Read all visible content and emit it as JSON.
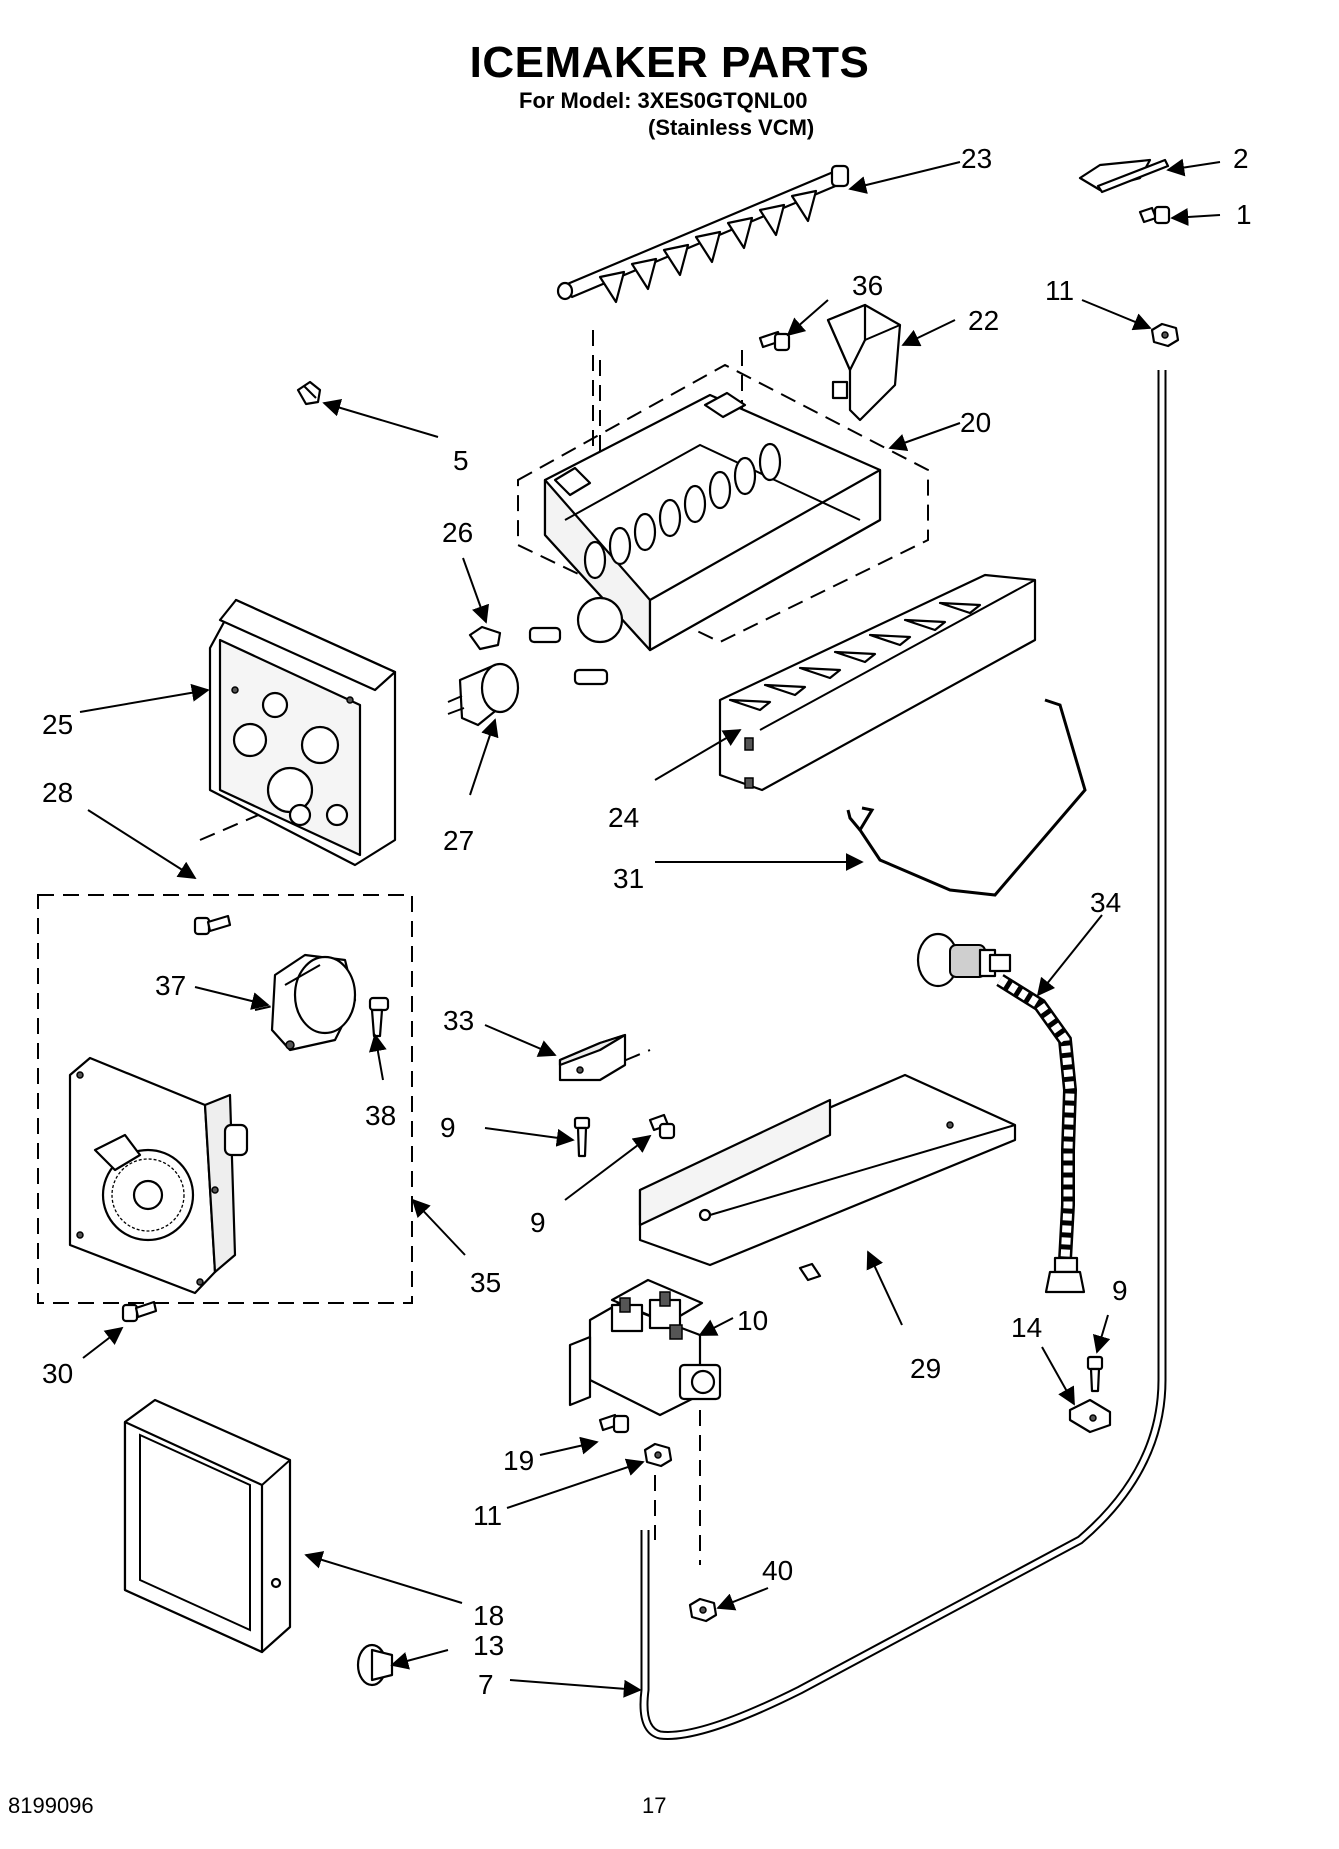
{
  "title": "ICEMAKER PARTS",
  "model_line": "For Model: 3XES0GTQNL00",
  "variant_line": "(Stainless VCM)",
  "footer": {
    "doc_number": "8199096",
    "page_number": "17"
  },
  "callouts": [
    {
      "id": "c-23",
      "label": "23"
    },
    {
      "id": "c-2",
      "label": "2"
    },
    {
      "id": "c-1",
      "label": "1"
    },
    {
      "id": "c-36",
      "label": "36"
    },
    {
      "id": "c-22",
      "label": "22"
    },
    {
      "id": "c-11a",
      "label": "11"
    },
    {
      "id": "c-5",
      "label": "5"
    },
    {
      "id": "c-20",
      "label": "20"
    },
    {
      "id": "c-26",
      "label": "26"
    },
    {
      "id": "c-25",
      "label": "25"
    },
    {
      "id": "c-28",
      "label": "28"
    },
    {
      "id": "c-27",
      "label": "27"
    },
    {
      "id": "c-24",
      "label": "24"
    },
    {
      "id": "c-31",
      "label": "31"
    },
    {
      "id": "c-34",
      "label": "34"
    },
    {
      "id": "c-37",
      "label": "37"
    },
    {
      "id": "c-33",
      "label": "33"
    },
    {
      "id": "c-38",
      "label": "38"
    },
    {
      "id": "c-9a",
      "label": "9"
    },
    {
      "id": "c-9b",
      "label": "9"
    },
    {
      "id": "c-35",
      "label": "35"
    },
    {
      "id": "c-30",
      "label": "30"
    },
    {
      "id": "c-10",
      "label": "10"
    },
    {
      "id": "c-29",
      "label": "29"
    },
    {
      "id": "c-9c",
      "label": "9"
    },
    {
      "id": "c-14",
      "label": "14"
    },
    {
      "id": "c-19",
      "label": "19"
    },
    {
      "id": "c-11b",
      "label": "11"
    },
    {
      "id": "c-40",
      "label": "40"
    },
    {
      "id": "c-18",
      "label": "18"
    },
    {
      "id": "c-13",
      "label": "13"
    },
    {
      "id": "c-7",
      "label": "7"
    }
  ]
}
